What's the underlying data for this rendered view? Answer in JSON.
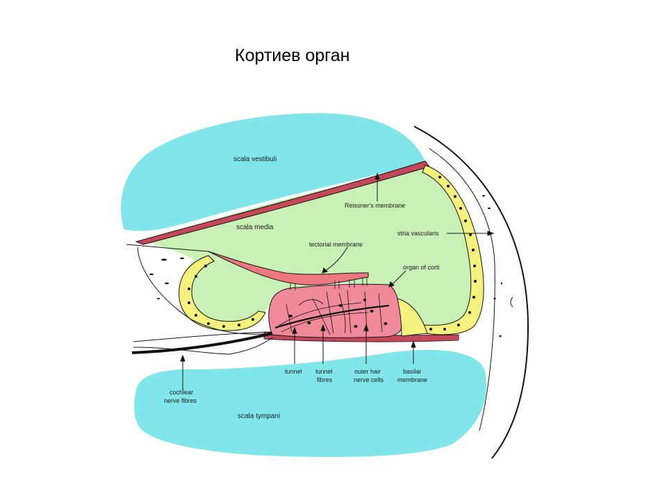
{
  "slide": {
    "title": "Кортиев орган"
  },
  "diagram": {
    "labels": {
      "scala_vestibuli": "scala vestibuli",
      "reissners_membrane": "Reissner's membrane",
      "scala_media": "scala media",
      "stria_vascularis": "stria vascularis",
      "tectorial_membrane": "tectorial membrane",
      "organ_of_corti": "organ of corti",
      "tunnel": "tunnel",
      "tunnel_fibres_1": "tunnel",
      "tunnel_fibres_2": "fibres",
      "outer_hair_1": "outer hair",
      "outer_hair_2": "nerve cells",
      "basilar_1": "basilar",
      "basilar_2": "membrane",
      "cochlear_1": "cochlear",
      "cochlear_2": "nerve fibres",
      "scala_tympani": "scala tympani"
    },
    "colors": {
      "scala_fluid": "#80e6ea",
      "scala_media": "#c9f0b5",
      "membrane": "#c5475a",
      "tectorial": "#ee7880",
      "organ": "#f0899a",
      "cells": "#f4f27c",
      "outline": "#111111"
    }
  }
}
